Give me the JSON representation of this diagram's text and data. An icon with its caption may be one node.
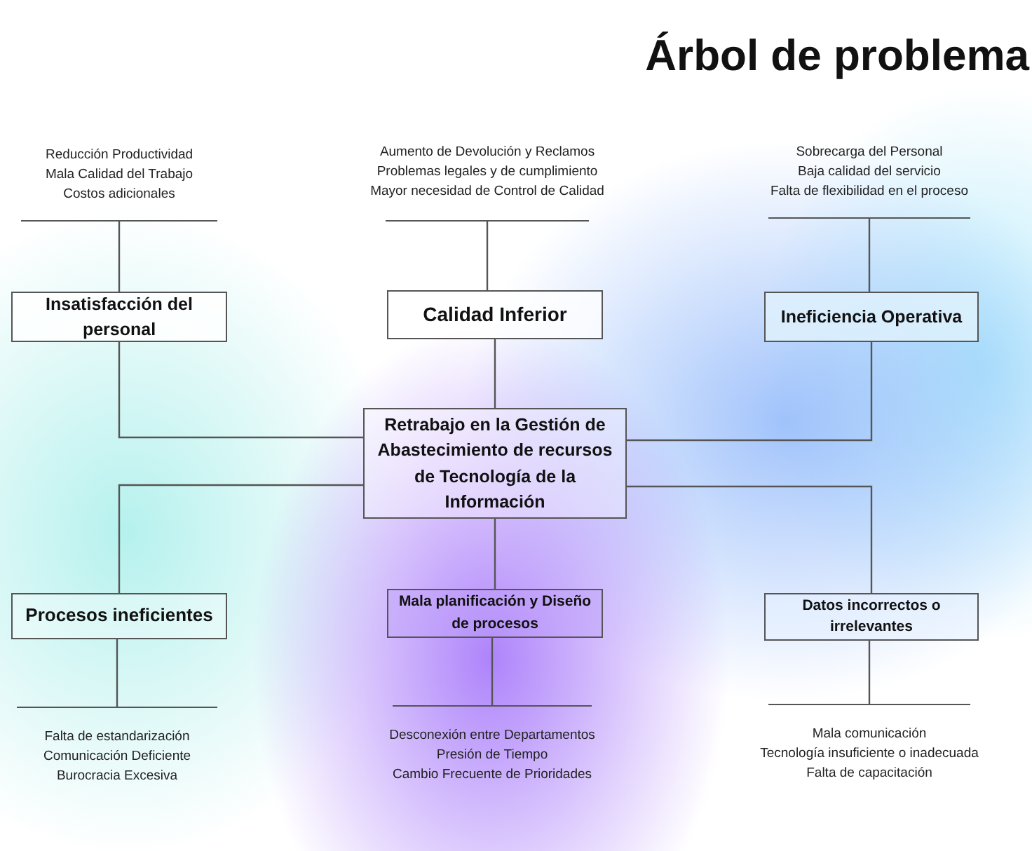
{
  "diagram": {
    "title": "Árbol de problema",
    "nodes": [
      {
        "text": [
          "Reducción Productividad",
          "Mala Calidad del Trabajo",
          "Costos adicionales"
        ]
      },
      {
        "text": [
          "Aumento de Devolución y Reclamos",
          "Problemas legales y de cumplimiento",
          "Mayor necesidad de Control de Calidad"
        ]
      },
      {
        "text": [
          "Sobrecarga del Personal",
          "Baja calidad del servicio",
          "Falta de flexibilidad en el proceso"
        ]
      },
      {
        "text": [
          "Insatisfacción del personal"
        ]
      },
      {
        "text": [
          "Calidad Inferior"
        ]
      },
      {
        "text": [
          "Ineficiencia Operativa"
        ]
      },
      {
        "text": [
          "Retrabajo en la Gestión de Abastecimiento de recursos de Tecnología de la Información"
        ]
      },
      {
        "text": [
          "Procesos ineficientes"
        ]
      },
      {
        "text": [
          "Mala planificación y Diseño de procesos"
        ]
      },
      {
        "text": [
          "Datos incorrectos o irrelevantes"
        ]
      },
      {
        "text": [
          "Falta de estandarización",
          "Comunicación Deficiente",
          "Burocracia Excesiva"
        ]
      },
      {
        "text": [
          "Desconexión entre Departamentos",
          "Presión de Tiempo",
          "Cambio Frecuente de Prioridades"
        ]
      },
      {
        "text": [
          "Mala comunicación",
          "Tecnología insuficiente o inadecuada",
          "Falta de capacitación"
        ]
      }
    ],
    "edges": [
      {
        "from": 3,
        "to": 0,
        "arrow": "none"
      },
      {
        "from": 4,
        "to": 1,
        "arrow": "none"
      },
      {
        "from": 5,
        "to": 2,
        "arrow": "none"
      },
      {
        "from": 6,
        "to": 3,
        "arrow": "none"
      },
      {
        "from": 6,
        "to": 4,
        "arrow": "none"
      },
      {
        "from": 6,
        "to": 5,
        "arrow": "none"
      },
      {
        "from": 6,
        "to": 7,
        "arrow": "none"
      },
      {
        "from": 6,
        "to": 8,
        "arrow": "none"
      },
      {
        "from": 6,
        "to": 9,
        "arrow": "none"
      },
      {
        "from": 7,
        "to": 10,
        "arrow": "none"
      },
      {
        "from": 8,
        "to": 11,
        "arrow": "none"
      },
      {
        "from": 9,
        "to": 12,
        "arrow": "none"
      }
    ]
  }
}
